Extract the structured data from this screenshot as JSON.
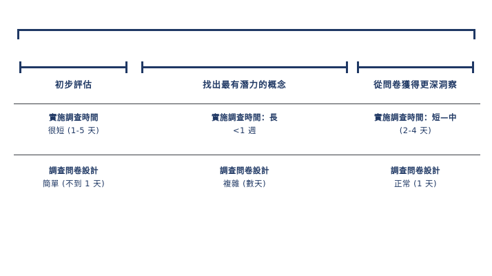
{
  "colors": {
    "accent_navy": "#1F3864",
    "divider": "#3a3f45",
    "background": "#ffffff"
  },
  "diagram": {
    "segments": [
      {
        "label": "初步評估",
        "conduct_title": "實施調查時間",
        "conduct_value": "很短 (1-5 天)",
        "design_title": "調查問卷設計",
        "design_value": "簡單 (不到 1 天)"
      },
      {
        "label": "找出最有潛力的概念",
        "conduct_title": "實施調查時間：長",
        "conduct_value": "<1 週",
        "design_title": "調查問卷設計",
        "design_value": "複雜 (數天)"
      },
      {
        "label": "從問卷獲得更深洞察",
        "conduct_title": "實施調查時間：短—中",
        "conduct_value": "(2-4 天)",
        "design_title": "調查問卷設計",
        "design_value": "正常 (1 天)"
      }
    ]
  }
}
